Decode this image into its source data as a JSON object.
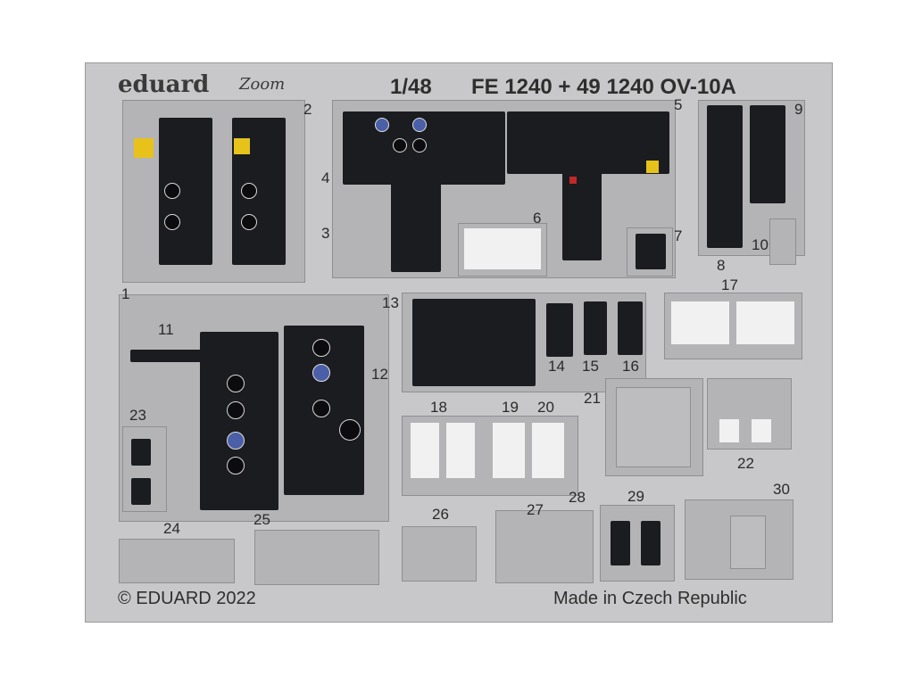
{
  "brand": {
    "name": "eduard",
    "sub": "Zoom"
  },
  "scale": "1/48",
  "product_code": "FE 1240 + 49 1240 OV-10A",
  "copyright": "© EDUARD 2022",
  "origin": "Made in Czech Republic",
  "part_numbers": [
    "1",
    "2",
    "3",
    "4",
    "5",
    "6",
    "7",
    "8",
    "9",
    "10",
    "11",
    "12",
    "13",
    "14",
    "15",
    "16",
    "17",
    "18",
    "19",
    "20",
    "21",
    "22",
    "23",
    "24",
    "25",
    "26",
    "27",
    "28",
    "29",
    "30"
  ],
  "colors": {
    "fret": "#c8c8ca",
    "plate": "#b4b4b7",
    "panel": "#1b1c1f",
    "accent_yellow": "#e7c21a",
    "accent_red": "#c0282a",
    "accent_blue": "#4b5ea8"
  }
}
